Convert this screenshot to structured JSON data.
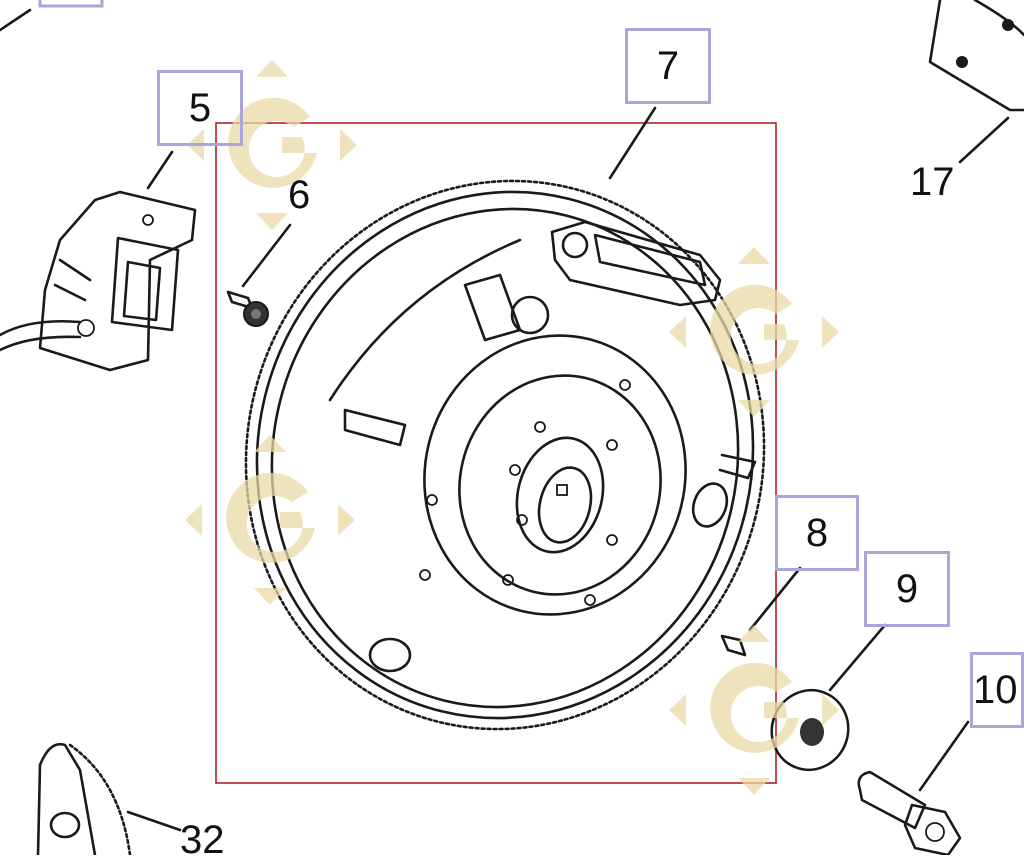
{
  "callouts": [
    {
      "id": "5",
      "text": "5",
      "boxed": true
    },
    {
      "id": "6",
      "text": "6",
      "boxed": false
    },
    {
      "id": "7",
      "text": "7",
      "boxed": true
    },
    {
      "id": "8",
      "text": "8",
      "boxed": true
    },
    {
      "id": "9",
      "text": "9",
      "boxed": true
    },
    {
      "id": "10",
      "text": "10",
      "boxed": true
    },
    {
      "id": "17",
      "text": "17",
      "boxed": false
    },
    {
      "id": "32",
      "text": "32",
      "boxed": false
    }
  ],
  "colors": {
    "highlight_frame": "#b0202a",
    "callout_box": "#a9a6d9",
    "watermark": "#e8d9a6",
    "line": "#1a1a1a"
  },
  "watermark_icon": "g-logo-icon"
}
